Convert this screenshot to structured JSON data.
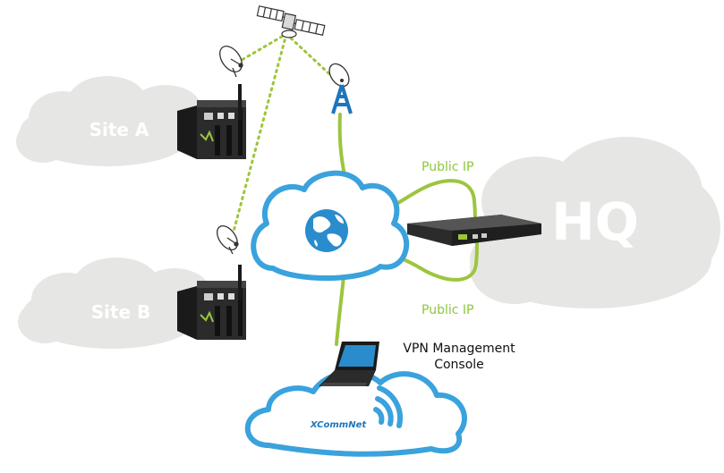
{
  "sites": {
    "site_a": "Site A",
    "site_b": "Site B",
    "hq": "HQ"
  },
  "links": {
    "public_ip_top": "Public IP",
    "public_ip_bottom": "Public IP"
  },
  "console": {
    "line1": "VPN Management",
    "line2": "Console"
  },
  "brand": {
    "xcommnet": "XCommNet"
  },
  "colors": {
    "grey_cloud": "#e6e6e4",
    "blue_cloud": "#3aa2dc",
    "green_link": "#9dc53e",
    "device_dark": "#2a2a2a"
  }
}
